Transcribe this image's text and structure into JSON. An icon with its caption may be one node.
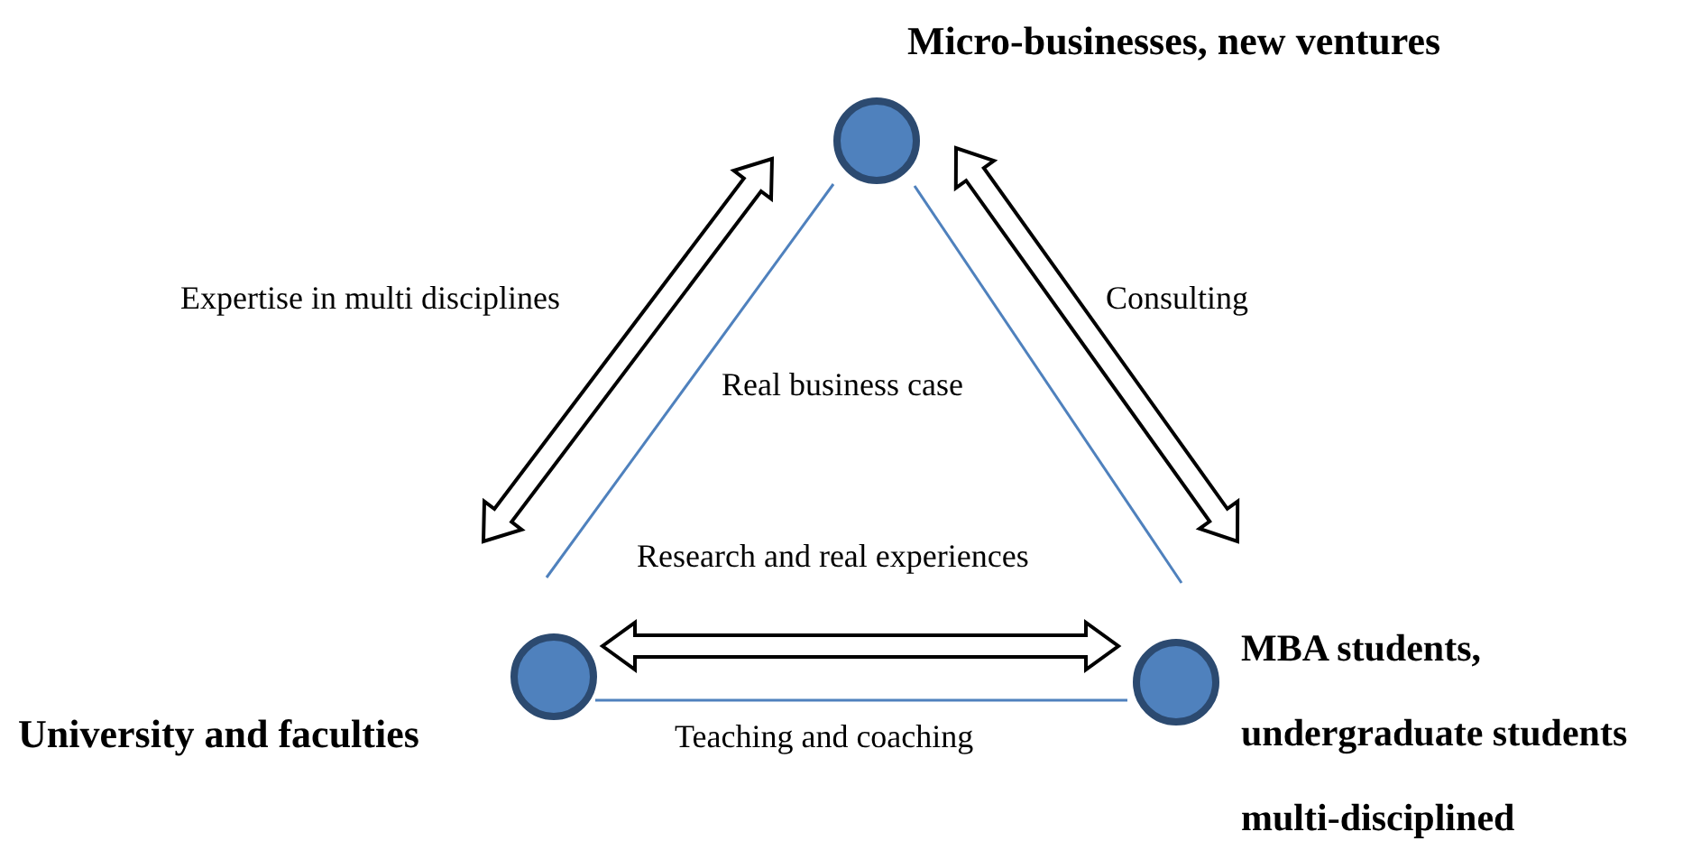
{
  "diagram": {
    "nodes": [
      {
        "text": [],
        "shape": "circle",
        "beside": [
          "Micro-businesses, new ventures"
        ]
      },
      {
        "text": [],
        "shape": "circle",
        "beside": [
          "University and faculties"
        ]
      },
      {
        "text": [],
        "shape": "circle",
        "beside": [
          "MBA students, undergraduate students multi-disciplined"
        ]
      }
    ],
    "edges": [
      {
        "from": 0,
        "to": 1,
        "arrow": "both",
        "style": "thick",
        "label": "Expertise in multi disciplines"
      },
      {
        "from": 0,
        "to": 2,
        "arrow": "both",
        "style": "thick",
        "label": "Consulting"
      },
      {
        "from": 1,
        "to": 2,
        "arrow": "both",
        "style": "thick",
        "label": "Research and real experiences"
      },
      {
        "from": 0,
        "to": 1,
        "arrow": "none",
        "color": "#4f81bd"
      },
      {
        "from": 0,
        "to": 2,
        "arrow": "none",
        "color": "#4f81bd"
      },
      {
        "from": 1,
        "to": 2,
        "arrow": "none",
        "color": "#4f81bd",
        "label": "Teaching and coaching"
      }
    ],
    "labels": [
      "Real business case"
    ]
  }
}
